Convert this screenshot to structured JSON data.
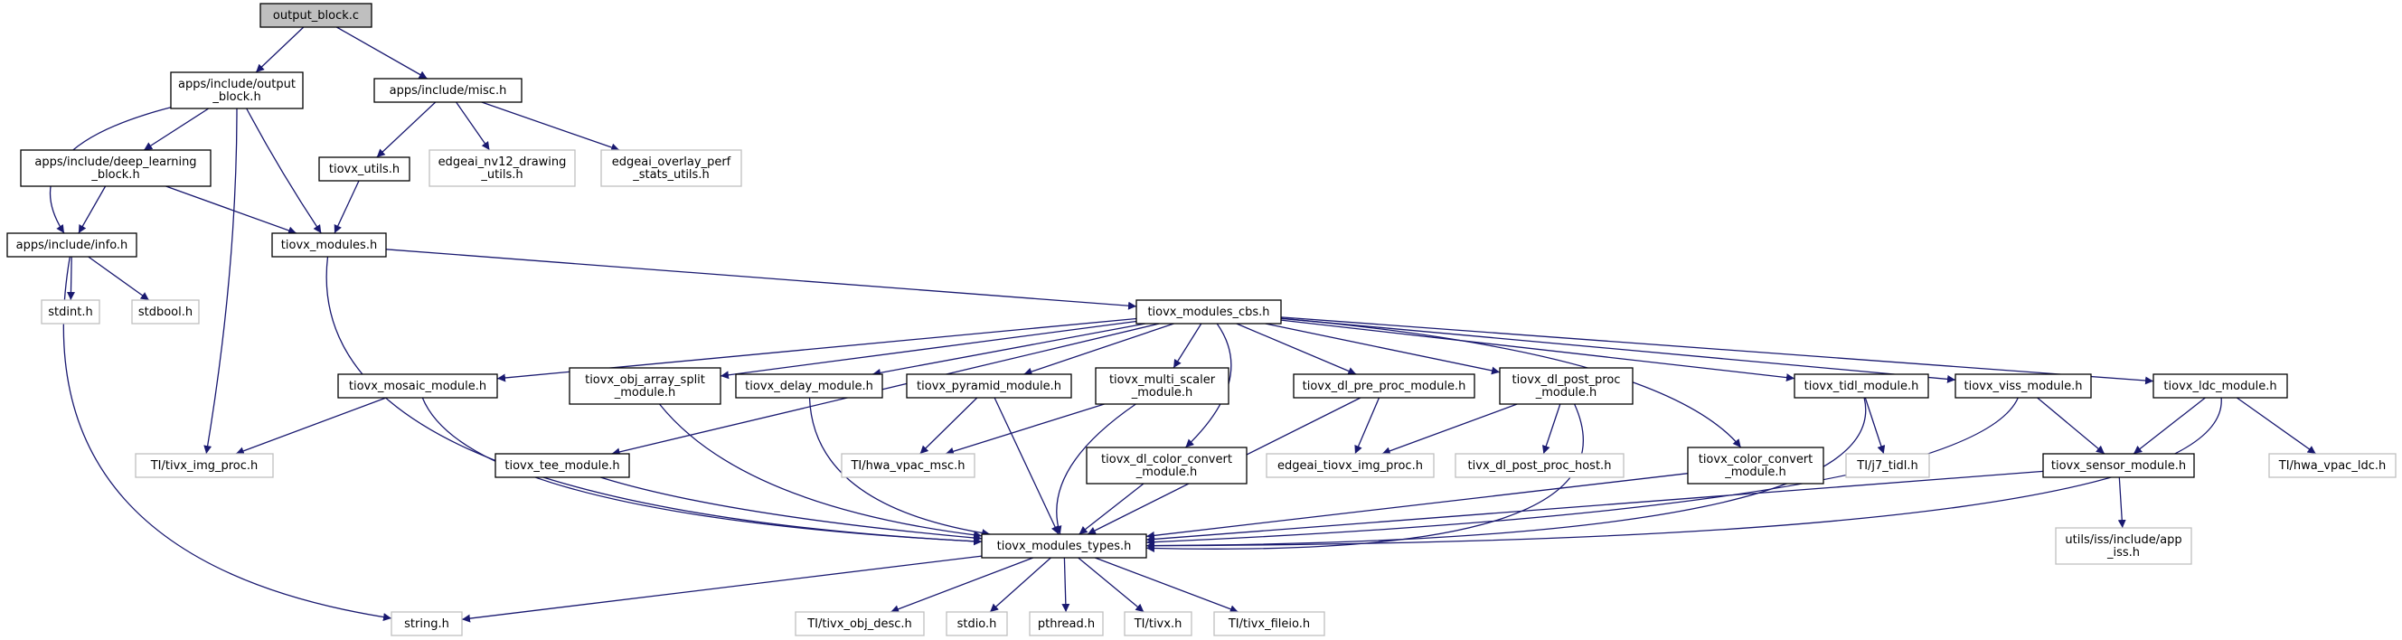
{
  "colors": {
    "edge": "#191970",
    "arrowhead": "#191970",
    "root_fill": "#bfbfbf",
    "root_border": "#000000",
    "internal_border": "#000000",
    "external_border": "#bfbfbf",
    "background": "#ffffff"
  },
  "graph": {
    "type": "include-dependency-graph",
    "root": "output_block_c",
    "nodes": [
      {
        "id": "output_block_c",
        "lines": [
          "output_block.c"
        ],
        "kind": "root"
      },
      {
        "id": "apps_output_block_h",
        "lines": [
          "apps/include/output",
          "_block.h"
        ],
        "kind": "internal"
      },
      {
        "id": "apps_misc_h",
        "lines": [
          "apps/include/misc.h"
        ],
        "kind": "internal"
      },
      {
        "id": "apps_deep_learning_block_h",
        "lines": [
          "apps/include/deep_learning",
          "_block.h"
        ],
        "kind": "internal"
      },
      {
        "id": "tiovx_utils_h",
        "lines": [
          "tiovx_utils.h"
        ],
        "kind": "internal"
      },
      {
        "id": "edgeai_nv12_drawing_utils_h",
        "lines": [
          "edgeai_nv12_drawing",
          "_utils.h"
        ],
        "kind": "external"
      },
      {
        "id": "edgeai_overlay_perf_stats_utils_h",
        "lines": [
          "edgeai_overlay_perf",
          "_stats_utils.h"
        ],
        "kind": "external"
      },
      {
        "id": "apps_info_h",
        "lines": [
          "apps/include/info.h"
        ],
        "kind": "internal"
      },
      {
        "id": "tiovx_modules_h",
        "lines": [
          "tiovx_modules.h"
        ],
        "kind": "internal"
      },
      {
        "id": "stdint_h",
        "lines": [
          "stdint.h"
        ],
        "kind": "external"
      },
      {
        "id": "stdbool_h",
        "lines": [
          "stdbool.h"
        ],
        "kind": "external"
      },
      {
        "id": "tiovx_modules_cbs_h",
        "lines": [
          "tiovx_modules_cbs.h"
        ],
        "kind": "internal"
      },
      {
        "id": "tiovx_mosaic_module_h",
        "lines": [
          "tiovx_mosaic_module.h"
        ],
        "kind": "internal"
      },
      {
        "id": "tiovx_obj_array_split_module_h",
        "lines": [
          "tiovx_obj_array_split",
          "_module.h"
        ],
        "kind": "internal"
      },
      {
        "id": "tiovx_delay_module_h",
        "lines": [
          "tiovx_delay_module.h"
        ],
        "kind": "internal"
      },
      {
        "id": "tiovx_pyramid_module_h",
        "lines": [
          "tiovx_pyramid_module.h"
        ],
        "kind": "internal"
      },
      {
        "id": "tiovx_multi_scaler_module_h",
        "lines": [
          "tiovx_multi_scaler",
          "_module.h"
        ],
        "kind": "internal"
      },
      {
        "id": "tiovx_dl_pre_proc_module_h",
        "lines": [
          "tiovx_dl_pre_proc_module.h"
        ],
        "kind": "internal"
      },
      {
        "id": "tiovx_dl_post_proc_module_h",
        "lines": [
          "tiovx_dl_post_proc",
          "_module.h"
        ],
        "kind": "internal"
      },
      {
        "id": "tiovx_tidl_module_h",
        "lines": [
          "tiovx_tidl_module.h"
        ],
        "kind": "internal"
      },
      {
        "id": "tiovx_viss_module_h",
        "lines": [
          "tiovx_viss_module.h"
        ],
        "kind": "internal"
      },
      {
        "id": "tiovx_ldc_module_h",
        "lines": [
          "tiovx_ldc_module.h"
        ],
        "kind": "internal"
      },
      {
        "id": "ti_tivx_img_proc_h",
        "lines": [
          "TI/tivx_img_proc.h"
        ],
        "kind": "external"
      },
      {
        "id": "tiovx_tee_module_h",
        "lines": [
          "tiovx_tee_module.h"
        ],
        "kind": "internal"
      },
      {
        "id": "ti_hwa_vpac_msc_h",
        "lines": [
          "TI/hwa_vpac_msc.h"
        ],
        "kind": "external"
      },
      {
        "id": "tiovx_dl_color_convert_module_h",
        "lines": [
          "tiovx_dl_color_convert",
          "_module.h"
        ],
        "kind": "internal"
      },
      {
        "id": "edgeai_tiovx_img_proc_h",
        "lines": [
          "edgeai_tiovx_img_proc.h"
        ],
        "kind": "external"
      },
      {
        "id": "tivx_dl_post_proc_host_h",
        "lines": [
          "tivx_dl_post_proc_host.h"
        ],
        "kind": "external"
      },
      {
        "id": "tiovx_color_convert_module_h",
        "lines": [
          "tiovx_color_convert",
          "_module.h"
        ],
        "kind": "internal"
      },
      {
        "id": "ti_j7_tidl_h",
        "lines": [
          "TI/j7_tidl.h"
        ],
        "kind": "external"
      },
      {
        "id": "tiovx_sensor_module_h",
        "lines": [
          "tiovx_sensor_module.h"
        ],
        "kind": "internal"
      },
      {
        "id": "ti_hwa_vpac_ldc_h",
        "lines": [
          "TI/hwa_vpac_ldc.h"
        ],
        "kind": "external"
      },
      {
        "id": "tiovx_modules_types_h",
        "lines": [
          "tiovx_modules_types.h"
        ],
        "kind": "internal"
      },
      {
        "id": "utils_iss_include_app_iss_h",
        "lines": [
          "utils/iss/include/app",
          "_iss.h"
        ],
        "kind": "external"
      },
      {
        "id": "string_h",
        "lines": [
          "string.h"
        ],
        "kind": "external"
      },
      {
        "id": "ti_tivx_obj_desc_h",
        "lines": [
          "TI/tivx_obj_desc.h"
        ],
        "kind": "external"
      },
      {
        "id": "stdio_h",
        "lines": [
          "stdio.h"
        ],
        "kind": "external"
      },
      {
        "id": "pthread_h",
        "lines": [
          "pthread.h"
        ],
        "kind": "external"
      },
      {
        "id": "ti_tivx_h",
        "lines": [
          "TI/tivx.h"
        ],
        "kind": "external"
      },
      {
        "id": "ti_tivx_fileio_h",
        "lines": [
          "TI/tivx_fileio.h"
        ],
        "kind": "external"
      }
    ],
    "edges": [
      {
        "from": "output_block_c",
        "to": "apps_output_block_h"
      },
      {
        "from": "output_block_c",
        "to": "apps_misc_h"
      },
      {
        "from": "apps_output_block_h",
        "to": "apps_deep_learning_block_h"
      },
      {
        "from": "apps_output_block_h",
        "to": "apps_info_h"
      },
      {
        "from": "apps_output_block_h",
        "to": "tiovx_modules_h"
      },
      {
        "from": "apps_output_block_h",
        "to": "ti_tivx_img_proc_h"
      },
      {
        "from": "apps_misc_h",
        "to": "tiovx_utils_h"
      },
      {
        "from": "apps_misc_h",
        "to": "edgeai_nv12_drawing_utils_h"
      },
      {
        "from": "apps_misc_h",
        "to": "edgeai_overlay_perf_stats_utils_h"
      },
      {
        "from": "apps_deep_learning_block_h",
        "to": "apps_info_h"
      },
      {
        "from": "apps_deep_learning_block_h",
        "to": "tiovx_modules_h"
      },
      {
        "from": "tiovx_utils_h",
        "to": "tiovx_modules_h"
      },
      {
        "from": "apps_info_h",
        "to": "stdint_h"
      },
      {
        "from": "apps_info_h",
        "to": "stdbool_h"
      },
      {
        "from": "apps_info_h",
        "to": "string_h"
      },
      {
        "from": "tiovx_modules_h",
        "to": "tiovx_modules_cbs_h"
      },
      {
        "from": "tiovx_modules_h",
        "to": "tiovx_modules_types_h"
      },
      {
        "from": "tiovx_modules_cbs_h",
        "to": "tiovx_mosaic_module_h"
      },
      {
        "from": "tiovx_modules_cbs_h",
        "to": "tiovx_obj_array_split_module_h"
      },
      {
        "from": "tiovx_modules_cbs_h",
        "to": "tiovx_delay_module_h"
      },
      {
        "from": "tiovx_modules_cbs_h",
        "to": "tiovx_pyramid_module_h"
      },
      {
        "from": "tiovx_modules_cbs_h",
        "to": "tiovx_multi_scaler_module_h"
      },
      {
        "from": "tiovx_modules_cbs_h",
        "to": "tiovx_tee_module_h"
      },
      {
        "from": "tiovx_modules_cbs_h",
        "to": "tiovx_dl_color_convert_module_h"
      },
      {
        "from": "tiovx_modules_cbs_h",
        "to": "tiovx_dl_pre_proc_module_h"
      },
      {
        "from": "tiovx_modules_cbs_h",
        "to": "tiovx_dl_post_proc_module_h"
      },
      {
        "from": "tiovx_modules_cbs_h",
        "to": "tiovx_color_convert_module_h"
      },
      {
        "from": "tiovx_modules_cbs_h",
        "to": "tiovx_tidl_module_h"
      },
      {
        "from": "tiovx_modules_cbs_h",
        "to": "tiovx_viss_module_h"
      },
      {
        "from": "tiovx_modules_cbs_h",
        "to": "tiovx_ldc_module_h"
      },
      {
        "from": "tiovx_mosaic_module_h",
        "to": "ti_tivx_img_proc_h"
      },
      {
        "from": "tiovx_mosaic_module_h",
        "to": "tiovx_modules_types_h"
      },
      {
        "from": "tiovx_obj_array_split_module_h",
        "to": "tiovx_modules_types_h"
      },
      {
        "from": "tiovx_delay_module_h",
        "to": "tiovx_modules_types_h"
      },
      {
        "from": "tiovx_pyramid_module_h",
        "to": "ti_hwa_vpac_msc_h"
      },
      {
        "from": "tiovx_pyramid_module_h",
        "to": "tiovx_modules_types_h"
      },
      {
        "from": "tiovx_multi_scaler_module_h",
        "to": "ti_hwa_vpac_msc_h"
      },
      {
        "from": "tiovx_multi_scaler_module_h",
        "to": "tiovx_modules_types_h"
      },
      {
        "from": "tiovx_tee_module_h",
        "to": "tiovx_modules_types_h"
      },
      {
        "from": "tiovx_dl_color_convert_module_h",
        "to": "tiovx_modules_types_h"
      },
      {
        "from": "tiovx_dl_pre_proc_module_h",
        "to": "edgeai_tiovx_img_proc_h"
      },
      {
        "from": "tiovx_dl_pre_proc_module_h",
        "to": "tiovx_modules_types_h"
      },
      {
        "from": "tiovx_dl_post_proc_module_h",
        "to": "edgeai_tiovx_img_proc_h"
      },
      {
        "from": "tiovx_dl_post_proc_module_h",
        "to": "tivx_dl_post_proc_host_h"
      },
      {
        "from": "tiovx_dl_post_proc_module_h",
        "to": "tiovx_modules_types_h"
      },
      {
        "from": "tiovx_color_convert_module_h",
        "to": "tiovx_modules_types_h"
      },
      {
        "from": "tiovx_tidl_module_h",
        "to": "ti_j7_tidl_h"
      },
      {
        "from": "tiovx_tidl_module_h",
        "to": "tiovx_modules_types_h"
      },
      {
        "from": "tiovx_viss_module_h",
        "to": "tiovx_sensor_module_h"
      },
      {
        "from": "tiovx_viss_module_h",
        "to": "tiovx_modules_types_h"
      },
      {
        "from": "tiovx_ldc_module_h",
        "to": "tiovx_sensor_module_h"
      },
      {
        "from": "tiovx_ldc_module_h",
        "to": "ti_hwa_vpac_ldc_h"
      },
      {
        "from": "tiovx_ldc_module_h",
        "to": "tiovx_modules_types_h"
      },
      {
        "from": "tiovx_sensor_module_h",
        "to": "tiovx_modules_types_h"
      },
      {
        "from": "tiovx_sensor_module_h",
        "to": "utils_iss_include_app_iss_h"
      },
      {
        "from": "tiovx_modules_types_h",
        "to": "string_h"
      },
      {
        "from": "tiovx_modules_types_h",
        "to": "ti_tivx_obj_desc_h"
      },
      {
        "from": "tiovx_modules_types_h",
        "to": "stdio_h"
      },
      {
        "from": "tiovx_modules_types_h",
        "to": "pthread_h"
      },
      {
        "from": "tiovx_modules_types_h",
        "to": "ti_tivx_h"
      },
      {
        "from": "tiovx_modules_types_h",
        "to": "ti_tivx_fileio_h"
      }
    ]
  }
}
